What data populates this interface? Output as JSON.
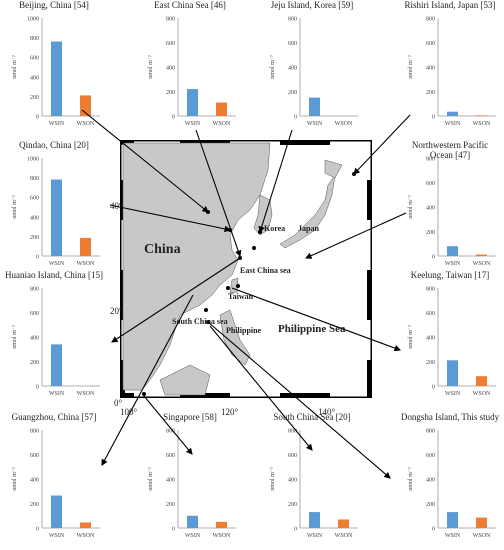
{
  "colors": {
    "wsin": "#5b9bd5",
    "wson": "#ed7d31",
    "land": "#c8c8c8",
    "axis": "#999999"
  },
  "unit_label": "nmol m⁻³",
  "chart_data": [
    {
      "type": "bar",
      "title": "Beijing, China [54]",
      "categories": [
        "WSIN",
        "WSON"
      ],
      "values": [
        760,
        210
      ],
      "ylim": [
        0,
        1000
      ],
      "yticks": [
        0,
        200,
        400,
        600,
        800,
        1000
      ],
      "ylabel": "nmol m⁻³"
    },
    {
      "type": "bar",
      "title": "East China Sea [46]",
      "categories": [
        "WSIN",
        "WSON"
      ],
      "values": [
        220,
        110
      ],
      "ylim": [
        0,
        800
      ],
      "yticks": [
        0,
        200,
        400,
        600,
        800
      ],
      "ylabel": "nmol m⁻³"
    },
    {
      "type": "bar",
      "title": "Jeju Island, Korea [59]",
      "categories": [
        "WSIN",
        "WSON"
      ],
      "values": [
        150,
        0
      ],
      "ylim": [
        0,
        800
      ],
      "yticks": [
        0,
        200,
        400,
        600,
        800
      ],
      "ylabel": "nmol m⁻³"
    },
    {
      "type": "bar",
      "title": "Rishiri Island, Japan [53]",
      "categories": [
        "WSIN",
        "WSON"
      ],
      "values": [
        35,
        5
      ],
      "ylim": [
        0,
        800
      ],
      "yticks": [
        0,
        200,
        400,
        600,
        800
      ],
      "ylabel": "nmol m⁻³"
    },
    {
      "type": "bar",
      "title": "Qindao, China [20]",
      "categories": [
        "WSIN",
        "WSON"
      ],
      "values": [
        780,
        185
      ],
      "ylim": [
        0,
        1000
      ],
      "yticks": [
        0,
        200,
        400,
        600,
        800,
        1000
      ],
      "ylabel": "nmol m⁻³"
    },
    {
      "type": "bar",
      "title": "Northwestern Pacific Ocean [47]",
      "categories": [
        "WSIN",
        "WSON"
      ],
      "values": [
        80,
        12
      ],
      "ylim": [
        0,
        800
      ],
      "yticks": [
        0,
        200,
        400,
        600,
        800
      ],
      "ylabel": "nmol m⁻³"
    },
    {
      "type": "bar",
      "title": "Huaniao Island, China [15]",
      "categories": [
        "WSIN",
        "WSON"
      ],
      "values": [
        340,
        0
      ],
      "ylim": [
        0,
        800
      ],
      "yticks": [
        0,
        200,
        400,
        600,
        800
      ],
      "ylabel": "nmol m⁻³"
    },
    {
      "type": "bar",
      "title": "Keelung, Taiwan [17]",
      "categories": [
        "WSIN",
        "WSON"
      ],
      "values": [
        210,
        80
      ],
      "ylim": [
        0,
        800
      ],
      "yticks": [
        0,
        200,
        400,
        600,
        800
      ],
      "ylabel": "nmol m⁻³"
    },
    {
      "type": "bar",
      "title": "Guangzhou, China [57]",
      "categories": [
        "WSIN",
        "WSON"
      ],
      "values": [
        265,
        45
      ],
      "ylim": [
        0,
        800
      ],
      "yticks": [
        0,
        200,
        400,
        600,
        800
      ],
      "ylabel": "nmol m⁻³"
    },
    {
      "type": "bar",
      "title": "Singapore [58]",
      "categories": [
        "WSIN",
        "WSON"
      ],
      "values": [
        100,
        50
      ],
      "ylim": [
        0,
        800
      ],
      "yticks": [
        0,
        200,
        400,
        600,
        800
      ],
      "ylabel": "nmol m⁻³"
    },
    {
      "type": "bar",
      "title": "South China Sea [20]",
      "categories": [
        "WSIN",
        "WSON"
      ],
      "values": [
        130,
        70
      ],
      "ylim": [
        0,
        800
      ],
      "yticks": [
        0,
        200,
        400,
        600,
        800
      ],
      "ylabel": "nmol m⁻³"
    },
    {
      "type": "bar",
      "title": "Dongsha Island, This study",
      "categories": [
        "WSIN",
        "WSON"
      ],
      "values": [
        130,
        85
      ],
      "ylim": [
        0,
        800
      ],
      "yticks": [
        0,
        200,
        400,
        600,
        800
      ],
      "ylabel": "nmol m⁻³"
    }
  ],
  "map": {
    "labels": {
      "china": "China",
      "east_china_sea": "East China sea",
      "korea": "Korea",
      "japan": "Japan",
      "taiwan": "Taiwan",
      "south_china_sea": "South China sea",
      "philippine": "Philippine",
      "philippine_sea": "Philippine Sea"
    },
    "lat_ticks": [
      "40°",
      "20°",
      "0°"
    ],
    "lon_ticks": [
      "100°",
      "120°",
      "140°"
    ]
  }
}
